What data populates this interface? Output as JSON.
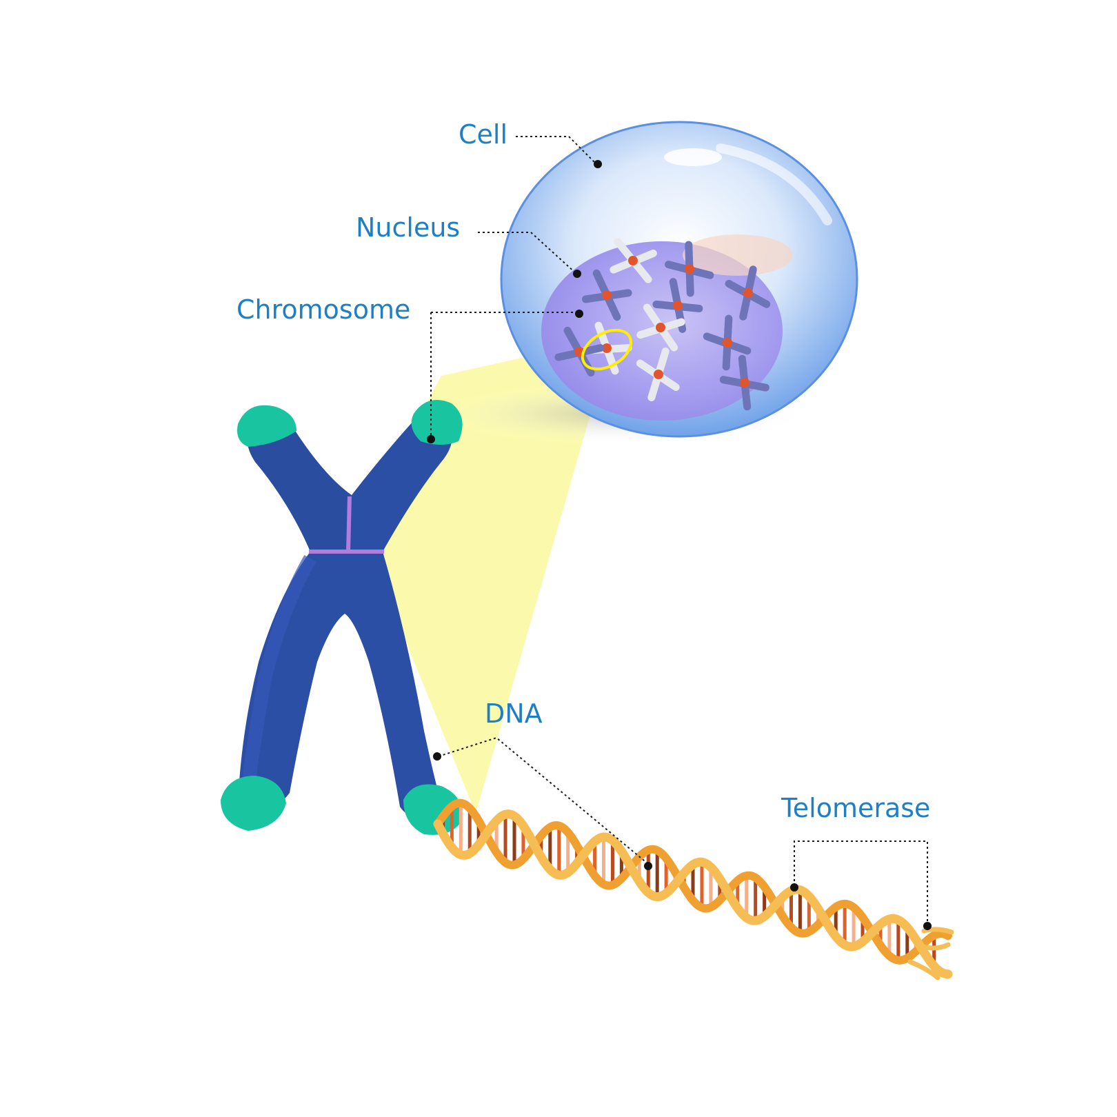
{
  "labels": {
    "cell": "Cell",
    "nucleus": "Nucleus",
    "chromosome": "Chromosome",
    "dna": "DNA",
    "telomerase": "Telomerase"
  },
  "colors": {
    "label": "#1f7fc4",
    "cell_membrane": "#6aa0e8",
    "nucleus": "#8f86ea",
    "chromosome_body": "#2c4fa6",
    "telomere": "#19c4a0",
    "zoom_beam": "#fbfaa8",
    "highlight_ring": "#ffee00",
    "dna_backbone": "#f2a43a",
    "centromere": "#b27ddb"
  }
}
